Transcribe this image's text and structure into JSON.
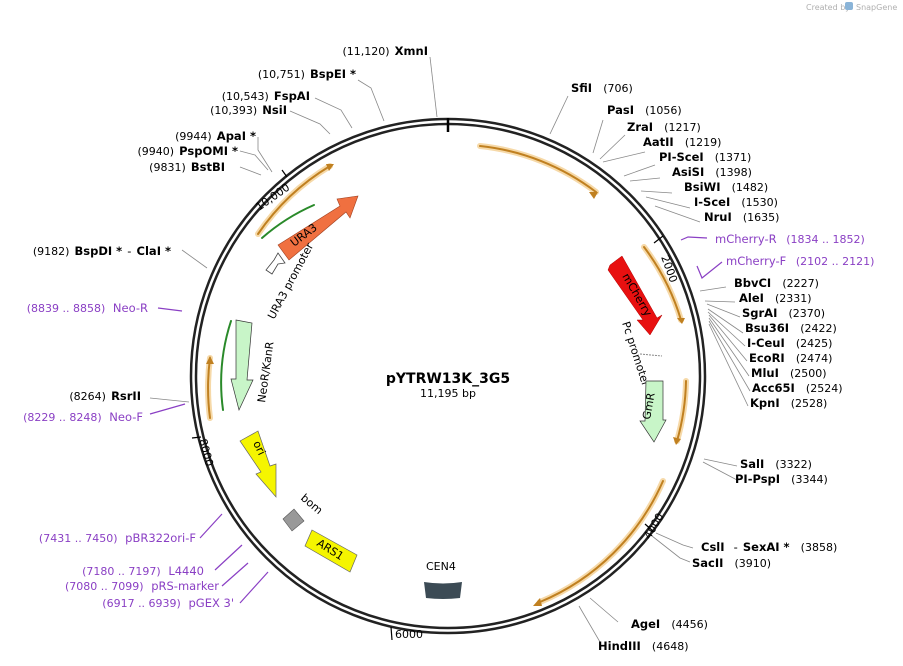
{
  "credit": {
    "prefix": "Created by",
    "brand": "SnapGene"
  },
  "plasmid": {
    "name": "pYTRW13K_3G5",
    "size": "11,195 bp"
  },
  "ticks": [
    "2000",
    "4000",
    "6000",
    "8000",
    "10,000"
  ],
  "sites": [
    {
      "name": "XmnI",
      "pos": "(11,120)"
    },
    {
      "name": "BspEI *",
      "pos": "(10,751)"
    },
    {
      "name": "FspAI",
      "pos": "(10,543)"
    },
    {
      "name": "NsiI",
      "pos": "(10,393)"
    },
    {
      "name": "ApaI *",
      "pos": "(9944)"
    },
    {
      "name": "PspOMI *",
      "pos": "(9940)"
    },
    {
      "name": "BstBI",
      "pos": "(9831)"
    },
    {
      "name": "BspDI *",
      "sep": "-",
      "name2": "ClaI *",
      "pos": "(9182)"
    },
    {
      "name": "RsrII",
      "pos": "(8264)"
    },
    {
      "name": "SfiI",
      "pos": "(706)"
    },
    {
      "name": "PasI",
      "pos": "(1056)"
    },
    {
      "name": "ZraI",
      "pos": "(1217)"
    },
    {
      "name": "AatII",
      "pos": "(1219)"
    },
    {
      "name": "PI-SceI",
      "pos": "(1371)"
    },
    {
      "name": "AsiSI",
      "pos": "(1398)"
    },
    {
      "name": "BsiWI",
      "pos": "(1482)"
    },
    {
      "name": "I-SceI",
      "pos": "(1530)"
    },
    {
      "name": "NruI",
      "pos": "(1635)"
    },
    {
      "name": "BbvCI",
      "pos": "(2227)"
    },
    {
      "name": "AleI",
      "pos": "(2331)"
    },
    {
      "name": "SgrAI",
      "pos": "(2370)"
    },
    {
      "name": "Bsu36I",
      "pos": "(2422)"
    },
    {
      "name": "I-CeuI",
      "pos": "(2425)"
    },
    {
      "name": "EcoRI",
      "pos": "(2474)"
    },
    {
      "name": "MluI",
      "pos": "(2500)"
    },
    {
      "name": "Acc65I",
      "pos": "(2524)"
    },
    {
      "name": "KpnI",
      "pos": "(2528)"
    },
    {
      "name": "SalI",
      "pos": "(3322)"
    },
    {
      "name": "PI-PspI",
      "pos": "(3344)"
    },
    {
      "name": "CslI",
      "sep": "-",
      "name2": "SexAI *",
      "pos": "(3858)"
    },
    {
      "name": "SacII",
      "pos": "(3910)"
    },
    {
      "name": "AgeI",
      "pos": "(4456)"
    },
    {
      "name": "HindIII",
      "pos": "(4648)"
    }
  ],
  "primers": [
    {
      "name": "mCherry-R",
      "range": "(1834 .. 1852)"
    },
    {
      "name": "mCherry-F",
      "range": "(2102 .. 2121)"
    },
    {
      "name": "Neo-R",
      "range": "(8839 .. 8858)"
    },
    {
      "name": "Neo-F",
      "range": "(8229 .. 8248)"
    },
    {
      "name": "pBR322ori-F",
      "range": "(7431 .. 7450)"
    },
    {
      "name": "L4440",
      "range": "(7180 .. 7197)"
    },
    {
      "name": "pRS-marker",
      "range": "(7080 .. 7099)"
    },
    {
      "name": "pGEX 3'",
      "range": "(6917 .. 6939)"
    }
  ],
  "features": {
    "mcherry": "mCherry",
    "pc_promoter": "Pc promoter",
    "gmr": "GmR",
    "ura3": "URA3",
    "ura3_promoter": "URA3 promoter",
    "neor": "NeoR/KanR",
    "ori": "ori",
    "bom": "bom",
    "ars1": "ARS1",
    "cen4": "CEN4"
  },
  "colors": {
    "backbone": "#222222",
    "mcherry": "#e81010",
    "ura3": "#f07040",
    "marker": "#c8f5c8",
    "ori": "#f5f500",
    "cen4": "#3c4b55",
    "bom": "#999999",
    "orf": "#c08020",
    "primer": "#8a3fc4"
  }
}
